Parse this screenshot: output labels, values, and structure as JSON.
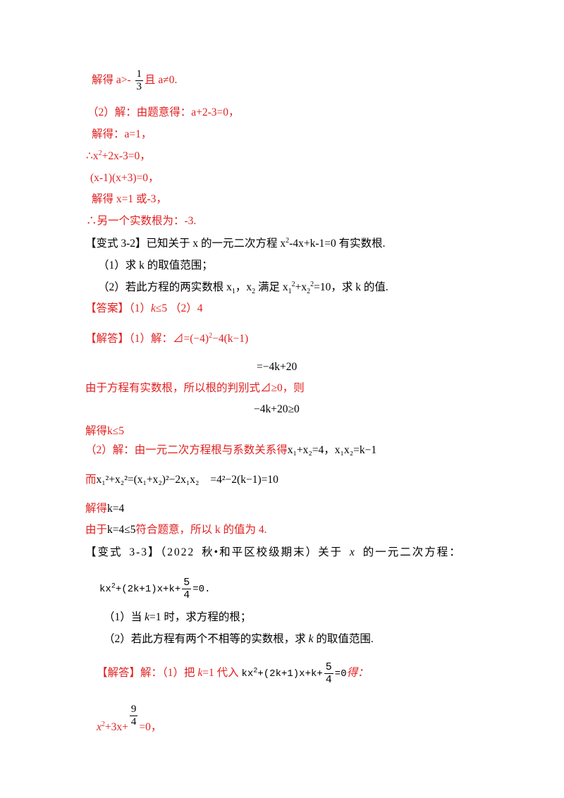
{
  "l01": {
    "a": "解得 a>-",
    "fn": "1",
    "fd": "3",
    "b": "且 a≠0."
  },
  "l02": "（2）解：由题意得：a+2-3=0，",
  "l03": "解得：a=1，",
  "l04": {
    "a": "∴x",
    "sup": "2",
    "b": "+2x-3=0，"
  },
  "l05": "(x-1)(x+3)=0，",
  "l06": "解得 x=1 或-3，",
  "l07": "∴另一个实数根为：-3.",
  "l08": {
    "a": "【变式 3-2】已知关于 x 的一元二次方程 x",
    "sup": "2",
    "b": "-4x+k-1=0 有实数根."
  },
  "l09": "（1）求 k 的取值范围；",
  "l10": {
    "a": "（2）若此方程的两实数根 x",
    "s1": "1",
    "b": "，x",
    "s2": "2",
    "c": " 满足 x",
    "s3": "1",
    "sp3": "2",
    "d": "+x",
    "s4": "2",
    "sp4": "2",
    "e": "=10，求 k 的值."
  },
  "l11": {
    "a": "【答案】（1）",
    "b": "k",
    "c": "≤5 （2）4"
  },
  "l12": {
    "a": "【解答】（1）解：",
    "b": "⊿=(−4)",
    "sup": "2",
    "c": "−4(k−1)"
  },
  "l13": "=−4k+20",
  "l14": "由于方程有实数根，所以根的判别式⊿≥0，则",
  "l15": "−4k+20≥0",
  "l16": {
    "a": "解得",
    "b": "k≤5"
  },
  "l17": {
    "a": "（2）解：由一元二次方程根与系数关系得",
    "b": "x₁+x₂=4，x₁x₂=k−1"
  },
  "l18": {
    "a": "而",
    "b": "x₁²+x₂²=(x₁+x₂)²−2x₁x₂",
    "c": "=4²−2(k−1)=10"
  },
  "l19": {
    "a": "解得",
    "b": "k=4"
  },
  "l20": {
    "a": "由于",
    "b": "k=4≤5",
    "c": "符合题意，所以 k 的值为 4."
  },
  "l21": {
    "a": "【变式 3-3】（2022 秋•和平区校级期末）关于 ",
    "b": "x",
    "c": " 的一元二次方程："
  },
  "l22": {
    "a": "kx",
    "sup": "2",
    "b": "+(2k+1)x+k+",
    "fn": "5",
    "fd": "4",
    "c": "=0",
    "d": "."
  },
  "l23": {
    "a": "（1）当 ",
    "b": "k",
    "c": "=1 时，求方程的根；"
  },
  "l24": {
    "a": "（2）若此方程有两个不相等的实数根，求 ",
    "b": "k",
    "c": " 的取值范围."
  },
  "l25": {
    "a": "【解答】解：（1）把 ",
    "b": "k",
    "c": "=1 代入",
    "m1": "kx",
    "msup": "2",
    "m2": "+(2k+1)x+k+",
    "fn": "5",
    "fd": "4",
    "m3": "=0",
    "d": "得："
  },
  "l26": {
    "a": "x",
    "sup": "2",
    "b": "+3x+",
    "fn": "9",
    "fd": "4",
    "c": "=0，"
  }
}
